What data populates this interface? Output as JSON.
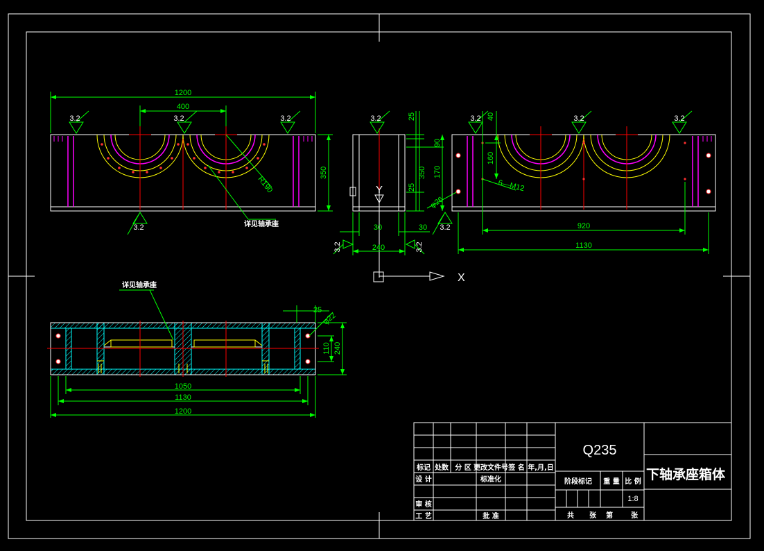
{
  "colors": {
    "background": "#000000",
    "outline": "#ffffff",
    "dimension": "#00ff00",
    "centerline": "#ff0000",
    "bore_outer": "#ffff00",
    "bore_inner": "#ff00ff",
    "hatch": "#00ffff",
    "hole": "#ff3030"
  },
  "front_view": {
    "overall_length": "1200",
    "bore_spacing": "400",
    "height": "350",
    "radius_label": "R190",
    "roughness_labels": [
      "3.2",
      "3.2",
      "3.2",
      "3.2"
    ],
    "callout": "详见轴承座"
  },
  "side_view": {
    "roughness_top": "3.2",
    "dim_top": "25",
    "dim_left_a": "90",
    "dim_left_b": "170",
    "dim_height": "350",
    "dim_25_lower": "25",
    "width": "240",
    "left_30": "30",
    "right_30": "30",
    "roughness_left": "3.2",
    "roughness_right": "3.2",
    "hole_dia": "φ26",
    "axis_y": "Y"
  },
  "right_view": {
    "roughness_labels": [
      "3.2",
      "3.2",
      "3.2",
      "3.2"
    ],
    "dim_40": "40",
    "dim_160": "160",
    "thread_note": "6—M12",
    "hole_spacing": "920",
    "overall": "1130"
  },
  "axis_marker": {
    "x_label": "X"
  },
  "top_view": {
    "callout": "详见轴承座",
    "dim_25": "25",
    "hole_dia": "φ22",
    "dim_110": "110",
    "dim_240": "240",
    "dim_1050": "1050",
    "dim_1130": "1130",
    "dim_1200": "1200"
  },
  "title_block": {
    "material": "Q235",
    "drawing_title": "下轴承座箱体",
    "scale": "1:8",
    "headers": [
      "标记",
      "处数",
      "分 区",
      "更改文件号",
      "签 名",
      "年,月,日"
    ],
    "design_label": "设 计",
    "standardize_label": "标准化",
    "review_label": "审 核",
    "process_label": "工 艺",
    "approve_label": "批 准",
    "stage_label": "阶段标记",
    "weight_label": "重 量",
    "ratio_label": "比 例",
    "sheets_total_label": "共",
    "sheets_label_1": "张",
    "sheet_no_label": "第",
    "sheets_label_2": "张"
  }
}
